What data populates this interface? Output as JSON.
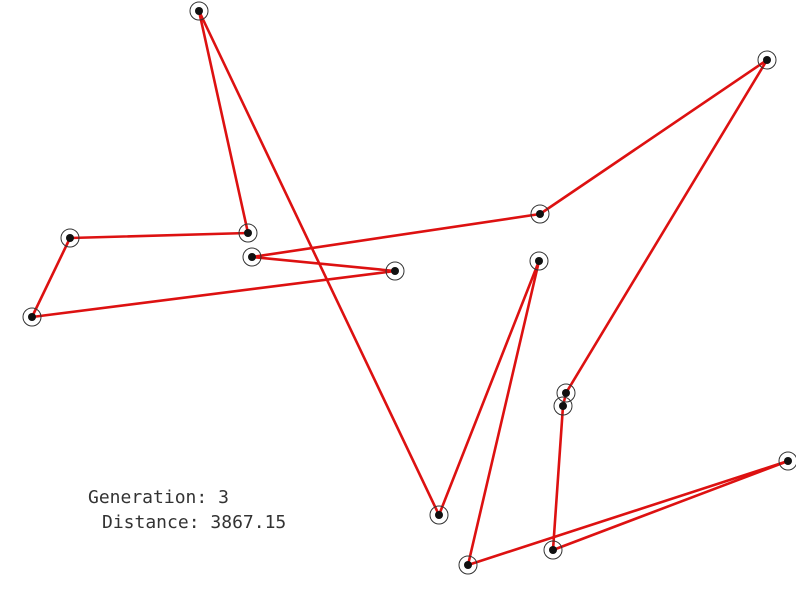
{
  "status": {
    "generation_label": "Generation:",
    "generation_value": "3",
    "distance_label": "Distance:",
    "distance_value": "3867.15"
  },
  "style": {
    "background": "#ffffff",
    "route_color": "#dd1111",
    "city_dot_color": "#111111",
    "city_ring_color": "#333333"
  },
  "icons": {
    "city": "city-marker-icon",
    "route": "route-segment"
  }
}
